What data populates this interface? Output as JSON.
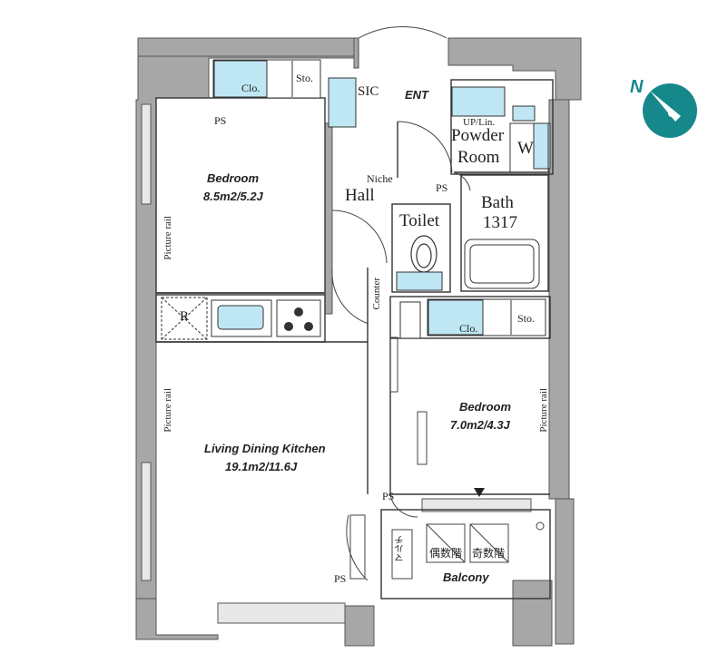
{
  "rooms": {
    "bedroom1": {
      "name": "Bedroom",
      "area": "8.5m2/5.2J"
    },
    "bedroom2": {
      "name": "Bedroom",
      "area": "7.0m2/4.3J"
    },
    "ldk": {
      "name": "Living Dining Kitchen",
      "area": "19.1m2/11.6J"
    },
    "balcony": "Balcony",
    "entrance": "ENT",
    "hall": "Hall",
    "toilet": "Toilet",
    "bath": "Bath",
    "bath_size": "1317",
    "powder_room_1": "Powder",
    "powder_room_2": "Room",
    "washer": "W"
  },
  "labels": {
    "closet": "Clo.",
    "storage": "Sto.",
    "sic": "SIC",
    "ps": "PS",
    "refrigerator": "R",
    "niche": "Niche",
    "counter": "Counter",
    "up_lin": "UP/Lin.",
    "picture_rail": "Picture rail",
    "balcony_hatch_1": "偶数階",
    "balcony_hatch_2": "奇数階",
    "balcony_vertical": "マルチ"
  },
  "compass": {
    "letter": "N"
  },
  "colors": {
    "wall": "#a7a7a7",
    "fixture_blue": "#bfe6f3",
    "line": "#333333",
    "compass": "#16888c"
  }
}
